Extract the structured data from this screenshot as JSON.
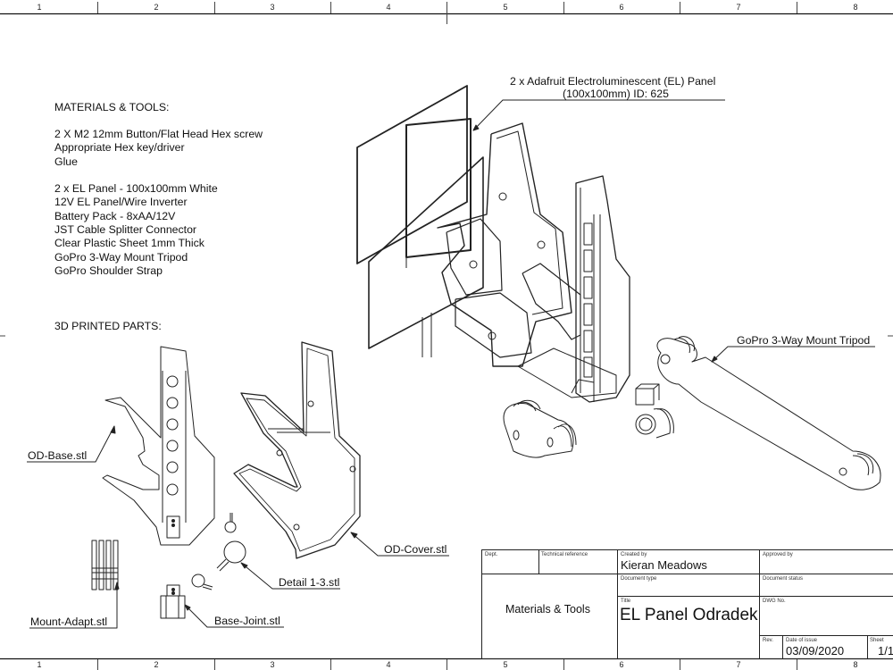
{
  "border": {
    "zones_top": [
      "1",
      "2",
      "3",
      "4",
      "5",
      "6",
      "7",
      "8"
    ],
    "zones_bottom": [
      "1",
      "2",
      "3",
      "4",
      "5",
      "6",
      "7",
      "8"
    ]
  },
  "materials": {
    "heading": "MATERIALS & TOOLS:",
    "hardware": [
      "2 X M2 12mm Button/Flat Head Hex screw",
      "Appropriate Hex key/driver",
      "Glue"
    ],
    "components": [
      "2 x EL Panel - 100x100mm White",
      "12V EL Panel/Wire Inverter",
      "Battery Pack - 8xAA/12V",
      "JST Cable Splitter Connector",
      "Clear Plastic Sheet 1mm Thick",
      "GoPro 3-Way Mount Tripod",
      "GoPro Shoulder Strap"
    ],
    "printed_heading": "3D PRINTED PARTS:"
  },
  "callouts": {
    "el_panel_line1": "2 x Adafruit Electroluminescent (EL) Panel",
    "el_panel_line2": "(100x100mm) ID: 625",
    "gopro_tripod": "GoPro 3-Way Mount Tripod",
    "od_base": "OD-Base.stl",
    "od_cover": "OD-Cover.stl",
    "detail": "Detail 1-3.stl",
    "mount_adapt": "Mount-Adapt.stl",
    "base_joint": "Base-Joint.stl"
  },
  "title_block": {
    "dept_label": "Dept.",
    "tech_ref_label": "Technical reference",
    "created_by_label": "Created by",
    "created_by": "Kieran Meadows",
    "approved_by_label": "Approved by",
    "approved_by": "",
    "document_type_label": "Document type",
    "document_type": "",
    "document_status_label": "Document status",
    "document_status": "",
    "dept_value": "Materials & Tools",
    "title_label": "Title",
    "title": "EL Panel Odradek",
    "dwg_no_label": "DWG No.",
    "dwg_no": "",
    "rev_label": "Rev.",
    "rev": "",
    "date_label": "Date of issue",
    "date": "03/09/2020",
    "sheet_label": "Sheet",
    "sheet": "1/1"
  }
}
